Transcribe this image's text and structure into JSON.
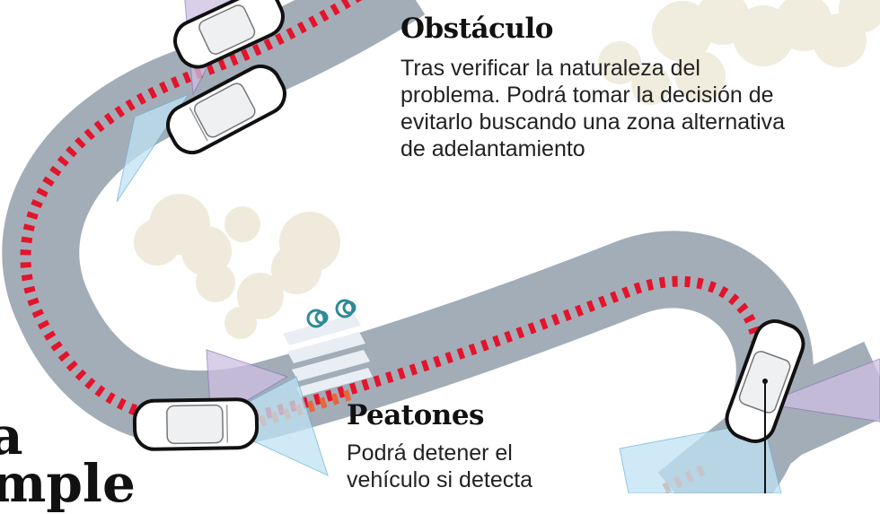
{
  "callouts": {
    "obstaculo": {
      "title": "Obstáculo",
      "lines": [
        "Tras verificar la naturaleza del",
        "problema. Podrá tomar la decisión de",
        "evitarlo buscando una zona alternativa",
        "de adelantamiento"
      ]
    },
    "peatones": {
      "title": "Peatones",
      "lines": [
        "Podrá detener el",
        "vehículo si detecta"
      ]
    }
  },
  "cut_text": {
    "left_a": "a",
    "left_b": "mple"
  },
  "colors": {
    "road": "#a3adb8",
    "road_dash": "#e3142b",
    "road_dash_alt": "#e2683f",
    "sensor_blue": "#bfe3f4",
    "sensor_purple": "#cdbfe2",
    "tree": "#ece7d6",
    "pedestrian": "#2e8a96",
    "car_body": "#ffffff",
    "car_outline": "#111111"
  },
  "icons": [
    "car-icon",
    "pedestrian-icon",
    "tree-icon",
    "sensor-cone-icon"
  ]
}
